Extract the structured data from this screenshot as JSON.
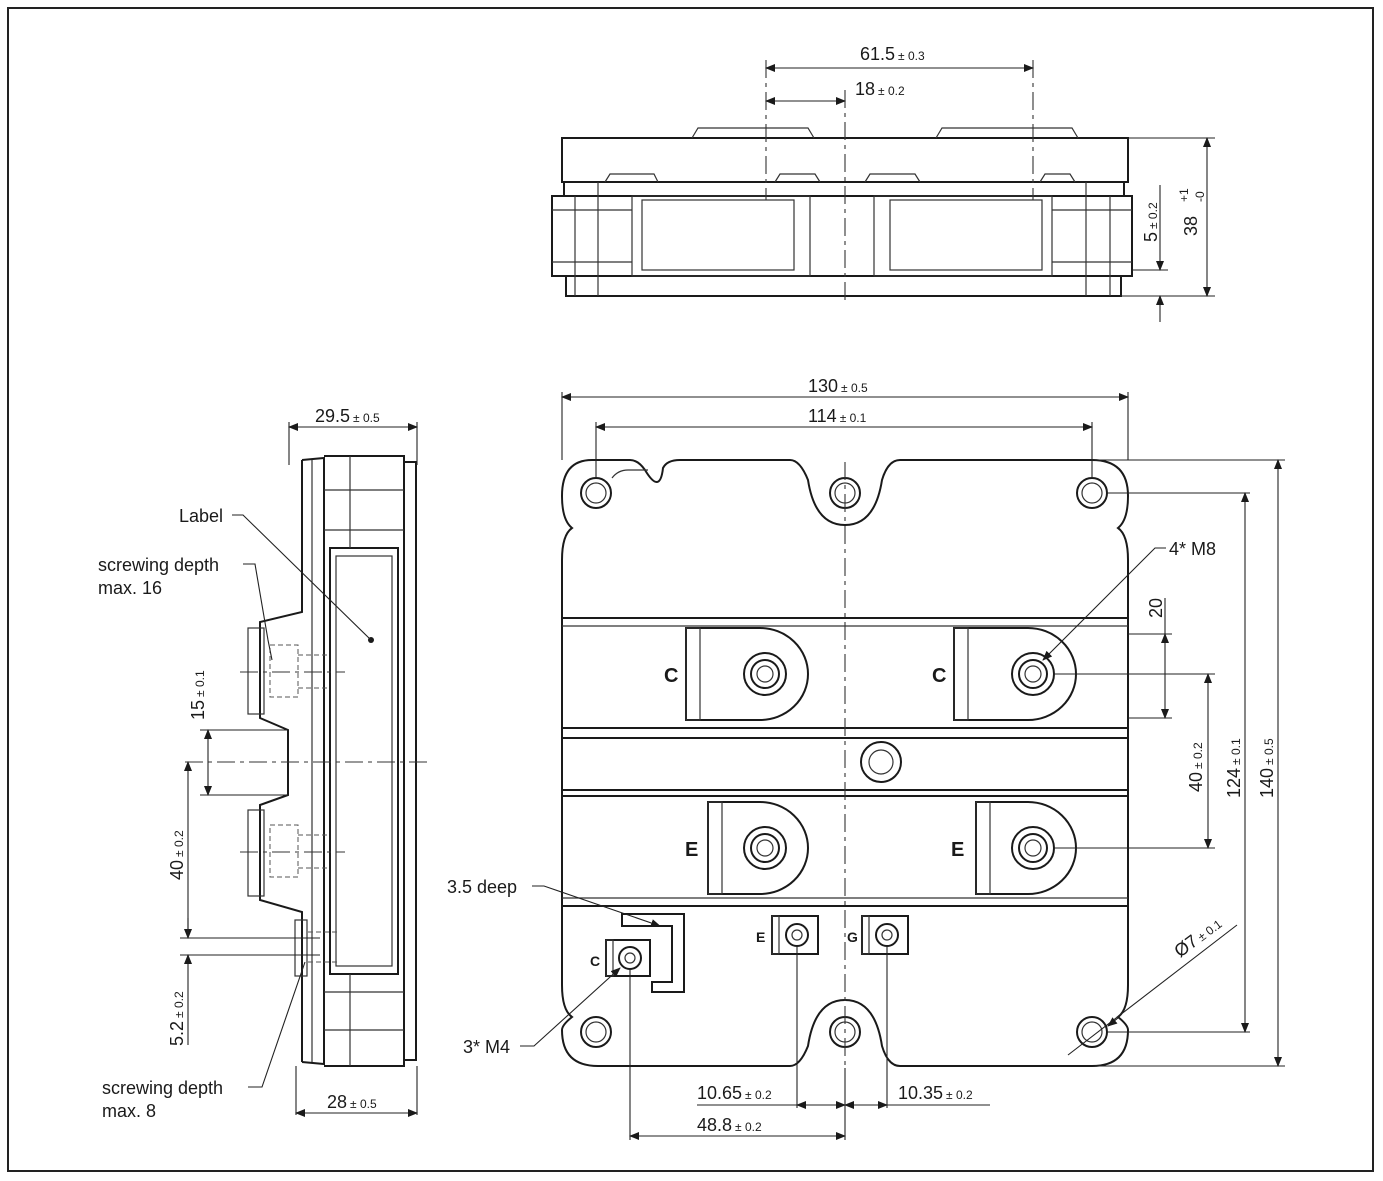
{
  "dimensions": {
    "top_width": {
      "value": "61.5",
      "tol": "± 0.3"
    },
    "top_offset": {
      "value": "18",
      "tol": "± 0.2"
    },
    "top_term_h": {
      "value": "5",
      "tol": "± 0.2"
    },
    "top_height": {
      "value": "38",
      "tol_plus": "+1",
      "tol_minus": "-0"
    },
    "side_width": {
      "value": "29.5",
      "tol": "± 0.5"
    },
    "side_base": {
      "value": "28",
      "tol": "± 0.5"
    },
    "side_15": {
      "value": "15",
      "tol": "± 0.1"
    },
    "side_40": {
      "value": "40",
      "tol": "± 0.2"
    },
    "side_52": {
      "value": "5.2",
      "tol": "± 0.2"
    },
    "overall_w": {
      "value": "130",
      "tol": "± 0.5"
    },
    "hole_w": {
      "value": "114",
      "tol": "± 0.1"
    },
    "d20": {
      "value": "20",
      "tol": ""
    },
    "d40": {
      "value": "40",
      "tol": "± 0.2"
    },
    "d124": {
      "value": "124",
      "tol": "± 0.1"
    },
    "d140": {
      "value": "140",
      "tol": "± 0.5"
    },
    "hole_dia": {
      "value": "Ø7",
      "tol": "± 0.1"
    },
    "aux_left": {
      "value": "10.65",
      "tol": "± 0.2"
    },
    "aux_right": {
      "value": "10.35",
      "tol": "± 0.2"
    },
    "aux_total": {
      "value": "48.8",
      "tol": "± 0.2"
    }
  },
  "labels": {
    "label": "Label",
    "screw16_a": "screwing depth",
    "screw16_b": "max. 16",
    "screw8_a": "screwing depth",
    "screw8_b": "max. 8",
    "m8": "4* M8",
    "deep": "3.5 deep",
    "m4": "3* M4"
  },
  "terminals": {
    "c": "C",
    "e": "E",
    "g": "G"
  }
}
